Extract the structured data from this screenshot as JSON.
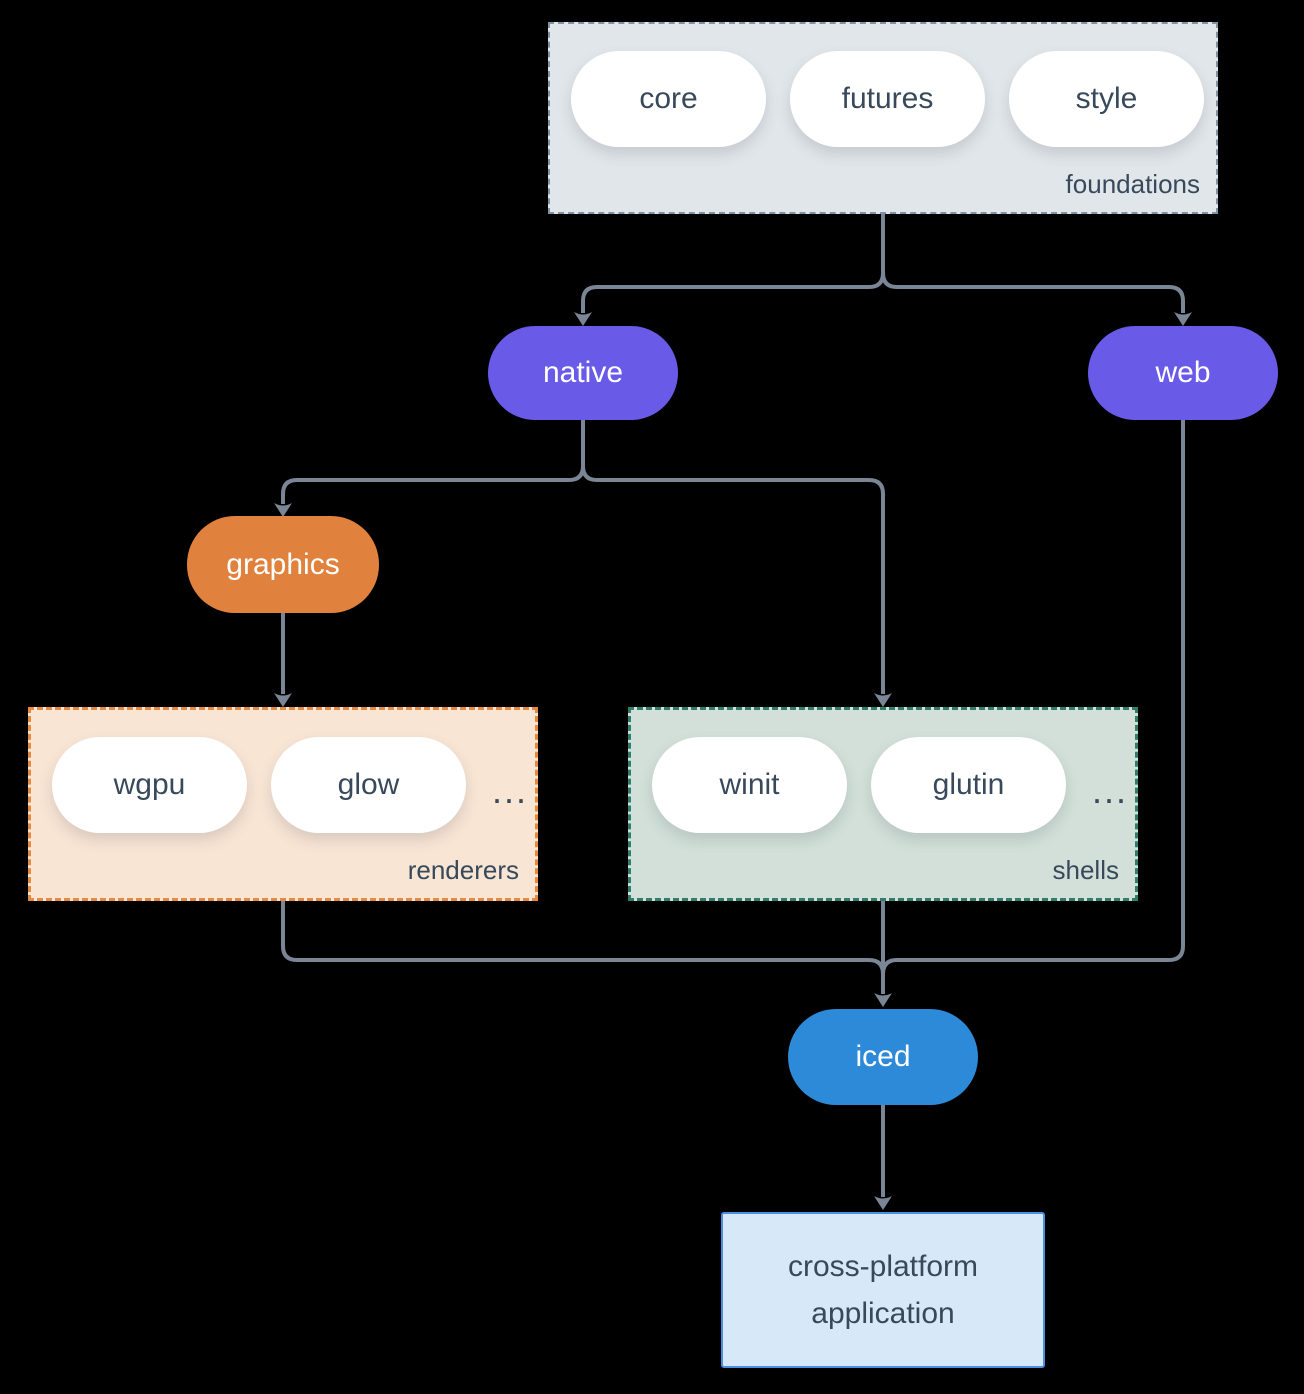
{
  "colors": {
    "bg": "#000000",
    "connector": "#7a8695",
    "textDark": "#37495a",
    "pillFill": "#ffffff",
    "purple": "#6a5ae8",
    "orange": "#e0813d",
    "blue": "#2d8ad8",
    "foundationsFill": "#e1e6ea",
    "foundationsBorder": "#7f93a4",
    "renderersFill": "#f9e5d4",
    "renderersBorder": "#e78a41",
    "shellsFill": "#d2e0d9",
    "shellsBorder": "#2f7d6a",
    "appFill": "#d7e8f8",
    "appBorder": "#4a90e2"
  },
  "groups": {
    "foundations": {
      "label": "foundations",
      "pills": [
        "core",
        "futures",
        "style"
      ]
    },
    "renderers": {
      "label": "renderers",
      "pills": [
        "wgpu",
        "glow"
      ],
      "more": "..."
    },
    "shells": {
      "label": "shells",
      "pills": [
        "winit",
        "glutin"
      ],
      "more": "..."
    }
  },
  "nodes": {
    "native": "native",
    "web": "web",
    "graphics": "graphics",
    "iced": "iced"
  },
  "application": {
    "line1": "cross-platform",
    "line2": "application"
  },
  "edges": [
    {
      "from": "foundations",
      "to": "native"
    },
    {
      "from": "foundations",
      "to": "web"
    },
    {
      "from": "native",
      "to": "graphics"
    },
    {
      "from": "native",
      "to": "shells"
    },
    {
      "from": "graphics",
      "to": "renderers"
    },
    {
      "from": "renderers",
      "to": "iced"
    },
    {
      "from": "shells",
      "to": "iced"
    },
    {
      "from": "web",
      "to": "iced"
    },
    {
      "from": "iced",
      "to": "application"
    }
  ]
}
